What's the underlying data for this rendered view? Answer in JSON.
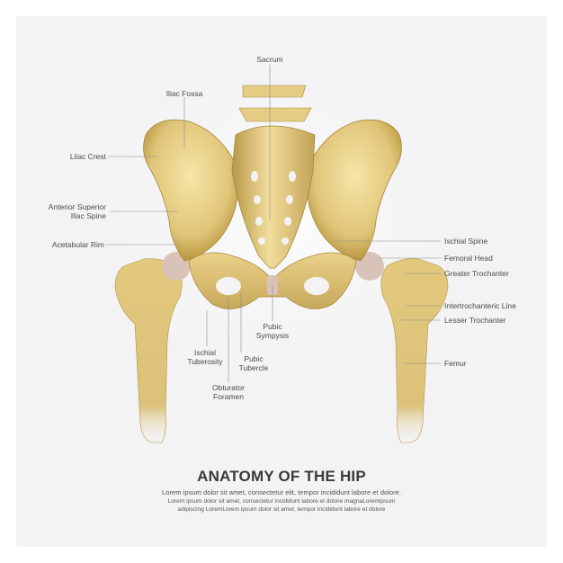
{
  "labels": {
    "sacrum": "Sacrum",
    "iliac_fossa": "Iliac Fossa",
    "iliac_crest": "Lliac Crest",
    "anterior_superior_iliac_spine": "Anterior Superior\nIliac Spine",
    "acetabular_rim": "Acetabular Rim",
    "ischial_tuberosity": "Ischial\nTuberosity",
    "obturator_foramen": "Obturator\nForamen",
    "pubic_tubercle": "Pubic\nTubercle",
    "pubic_sympysis": "Pubic\nSympysis",
    "ischial_spine": "Ischial Spine",
    "femoral_head": "Femoral Head",
    "greater_trochanter": "Greater Trochanter",
    "intertrochanteric_line": "Intertrochanteric Line",
    "lesser_trochanter": "Lesser Trochanter",
    "femur": "Femur"
  },
  "title": "ANATOMY OF THE HIP",
  "description": {
    "line1": "Lorem ipsum dolor sit amet, consectetur elit, tempor incididunt labore et dolore.",
    "line2": "Lorem ipsum dolor sit amet, consectetur  incididunt labore et dolore magnaLoremipsum",
    "line3": "adipiscing LoremLorem ipsum dolor sit amet, tempor incididunt labore et dolore"
  },
  "colors": {
    "bone_light": "#f1dc9a",
    "bone_mid": "#d9bd6a",
    "bone_dark": "#a9893c",
    "cartilage": "#d9c3b8",
    "leader_line": "#8a8a8a",
    "panel": "#f3f3f5"
  }
}
